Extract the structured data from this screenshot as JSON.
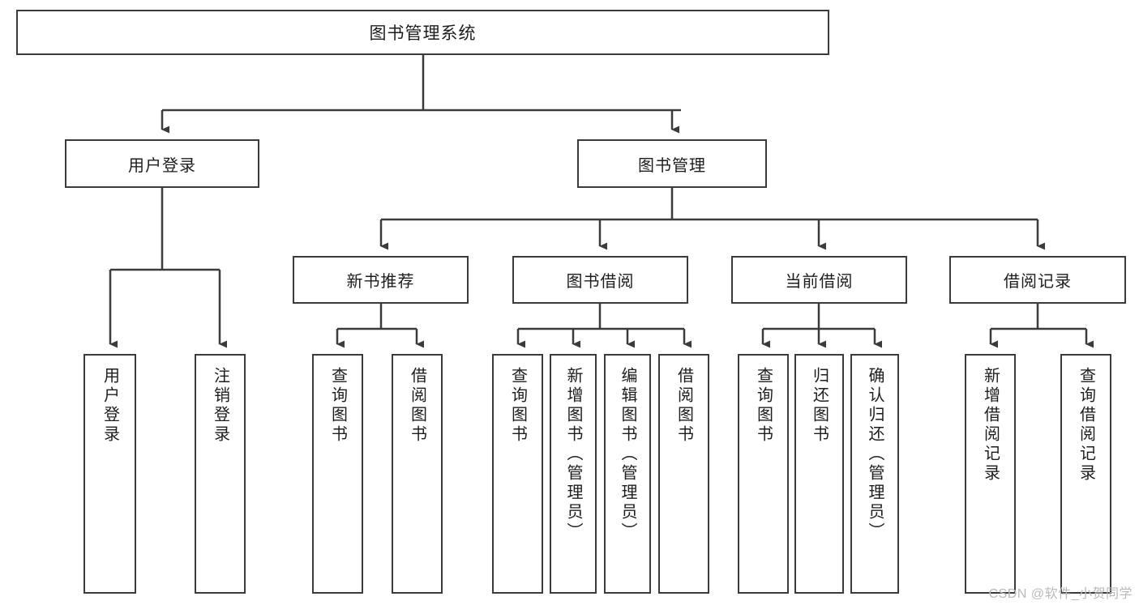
{
  "diagram": {
    "title": "图书管理系统",
    "watermark": "CSDN @软件_小贺同学",
    "style": {
      "box_border_color": "#3b3b3b",
      "box_fill_color": "#ffffff",
      "line_color": "#3b3b3b",
      "text_color": "#1d1d1d",
      "background_color": "#ffffff",
      "watermark_color": "#b9b9b9"
    },
    "root": {
      "label": "图书管理系统"
    },
    "level2": [
      {
        "label": "用户登录"
      },
      {
        "label": "图书管理"
      }
    ],
    "level3": [
      {
        "label": "新书推荐"
      },
      {
        "label": "图书借阅"
      },
      {
        "label": "当前借阅"
      },
      {
        "label": "借阅记录"
      }
    ],
    "leaves": {
      "user_login": [
        {
          "label": "用户登录"
        },
        {
          "label": "注销登录"
        }
      ],
      "new_book_recommend": [
        {
          "label": "查询图书"
        },
        {
          "label": "借阅图书"
        }
      ],
      "book_borrow": [
        {
          "label": "查询图书"
        },
        {
          "label": "新增图书（管理员）"
        },
        {
          "label": "编辑图书（管理员）"
        },
        {
          "label": "借阅图书"
        }
      ],
      "current_borrow": [
        {
          "label": "查询图书"
        },
        {
          "label": "归还图书"
        },
        {
          "label": "确认归还（管理员）"
        }
      ],
      "borrow_record": [
        {
          "label": "新增借阅记录"
        },
        {
          "label": "查询借阅记录"
        }
      ]
    }
  }
}
